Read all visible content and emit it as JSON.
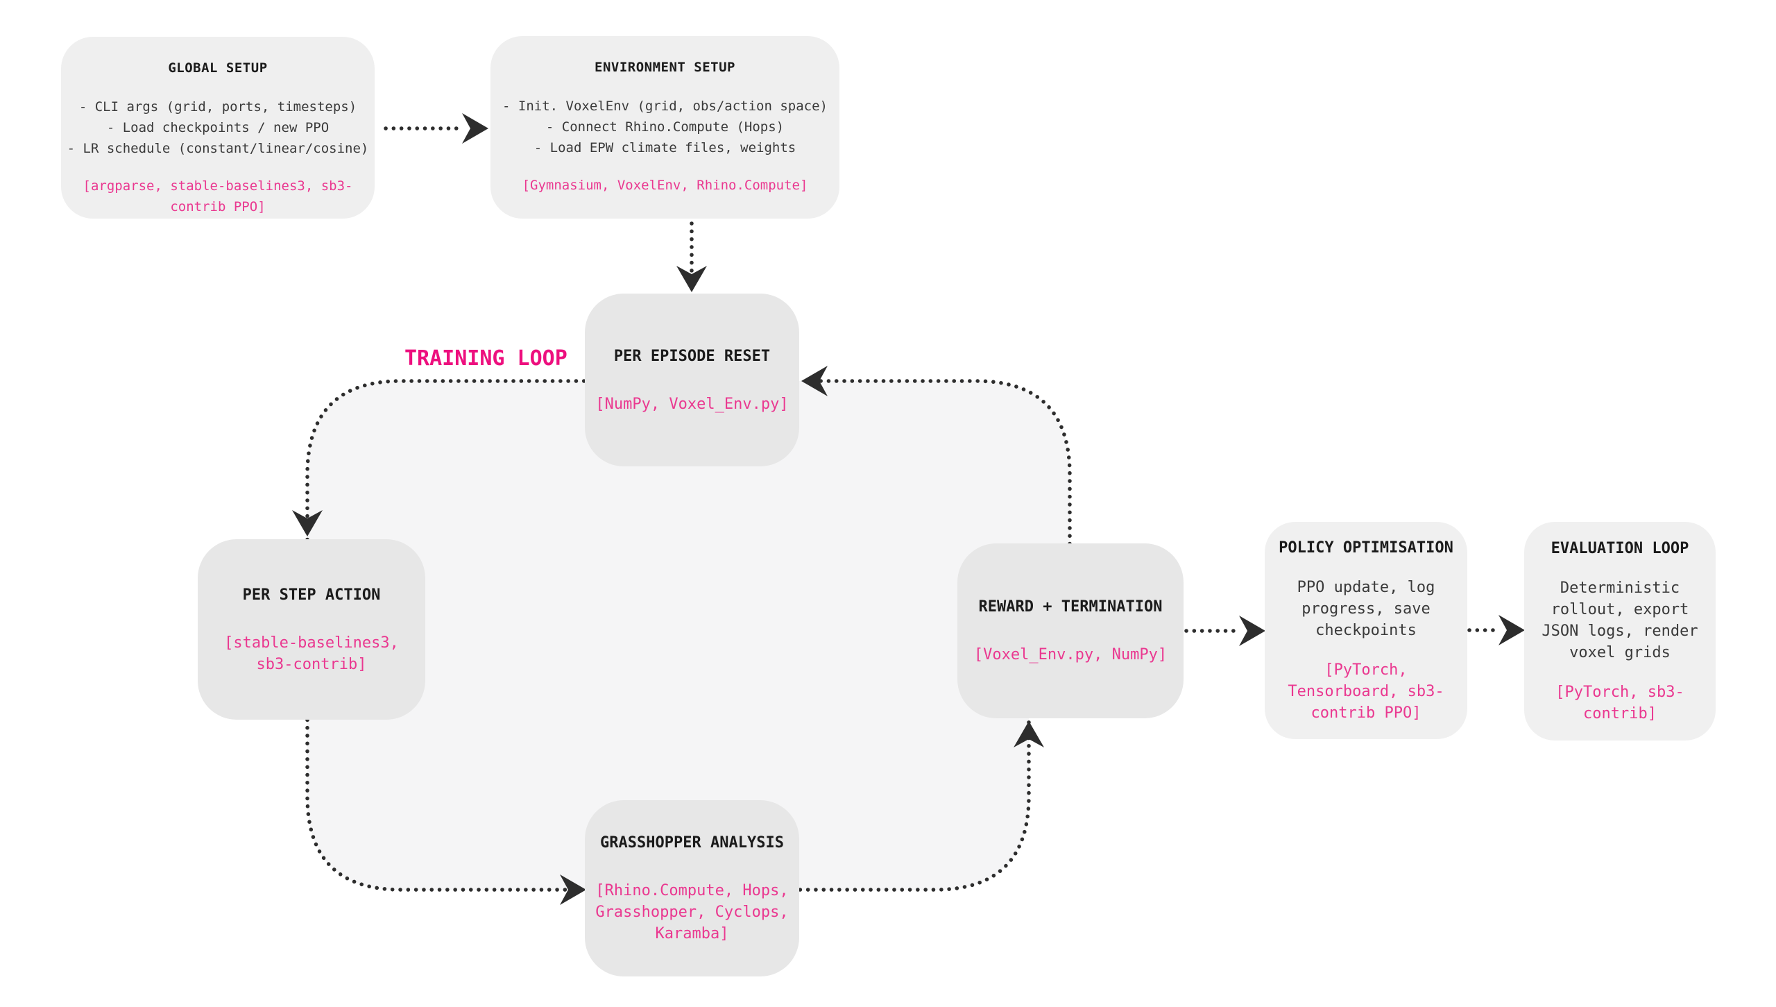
{
  "diagram": {
    "loop_label": "TRAINING LOOP",
    "colors": {
      "background": "#ffffff",
      "loop_fill": "#f5f5f6",
      "setup_box_fill": "#efefef",
      "loop_box_fill": "#e7e7e7",
      "end_box_fill": "#f0f0f0",
      "title_text": "#1b1b1b",
      "body_text": "#3a3a3a",
      "stack_text": "#ea3890",
      "loop_label_pink": "#ed0f7e",
      "arrow": "#2d2d2d"
    },
    "boxes": {
      "global_setup": {
        "title": "GLOBAL SETUP",
        "lines": [
          "- CLI args (grid, ports, timesteps)",
          "- Load checkpoints / new PPO",
          "- LR schedule (constant/linear/cosine)"
        ],
        "stack": "[argparse, stable-baselines3, sb3-contrib PPO]"
      },
      "environment_setup": {
        "title": "ENVIRONMENT SETUP",
        "lines": [
          "- Init. VoxelEnv (grid, obs/action space)",
          "- Connect Rhino.Compute (Hops)",
          "- Load EPW climate files, weights"
        ],
        "stack": "[Gymnasium, VoxelEnv, Rhino.Compute]"
      },
      "per_episode_reset": {
        "title": "PER EPISODE RESET",
        "stack": "[NumPy, Voxel_Env.py]"
      },
      "per_step_action": {
        "title": "PER STEP ACTION",
        "stack": "[stable-baselines3, sb3-contrib]"
      },
      "grasshopper_analysis": {
        "title": "GRASSHOPPER ANALYSIS",
        "stack": "[Rhino.Compute, Hops, Grasshopper, Cyclops, Karamba]"
      },
      "reward_termination": {
        "title": "REWARD + TERMINATION",
        "stack": "[Voxel_Env.py, NumPy]"
      },
      "policy_optimisation": {
        "title": "POLICY OPTIMISATION",
        "body": "PPO update, log progress, save checkpoints",
        "stack": "[PyTorch, Tensorboard, sb3-contrib PPO]"
      },
      "evaluation_loop": {
        "title": "EVALUATION LOOP",
        "body": "Deterministic rollout, export JSON logs, render voxel grids",
        "stack": "[PyTorch, sb3-contrib]"
      }
    },
    "edges": [
      {
        "from": "global-setup",
        "to": "environment-setup"
      },
      {
        "from": "environment-setup",
        "to": "per-episode-reset"
      },
      {
        "from": "per-episode-reset",
        "to": "per-step-action"
      },
      {
        "from": "per-step-action",
        "to": "grasshopper-analysis"
      },
      {
        "from": "grasshopper-analysis",
        "to": "reward-termination"
      },
      {
        "from": "reward-termination",
        "to": "per-episode-reset"
      },
      {
        "from": "reward-termination",
        "to": "policy-optimisation"
      },
      {
        "from": "policy-optimisation",
        "to": "evaluation-loop"
      }
    ]
  }
}
